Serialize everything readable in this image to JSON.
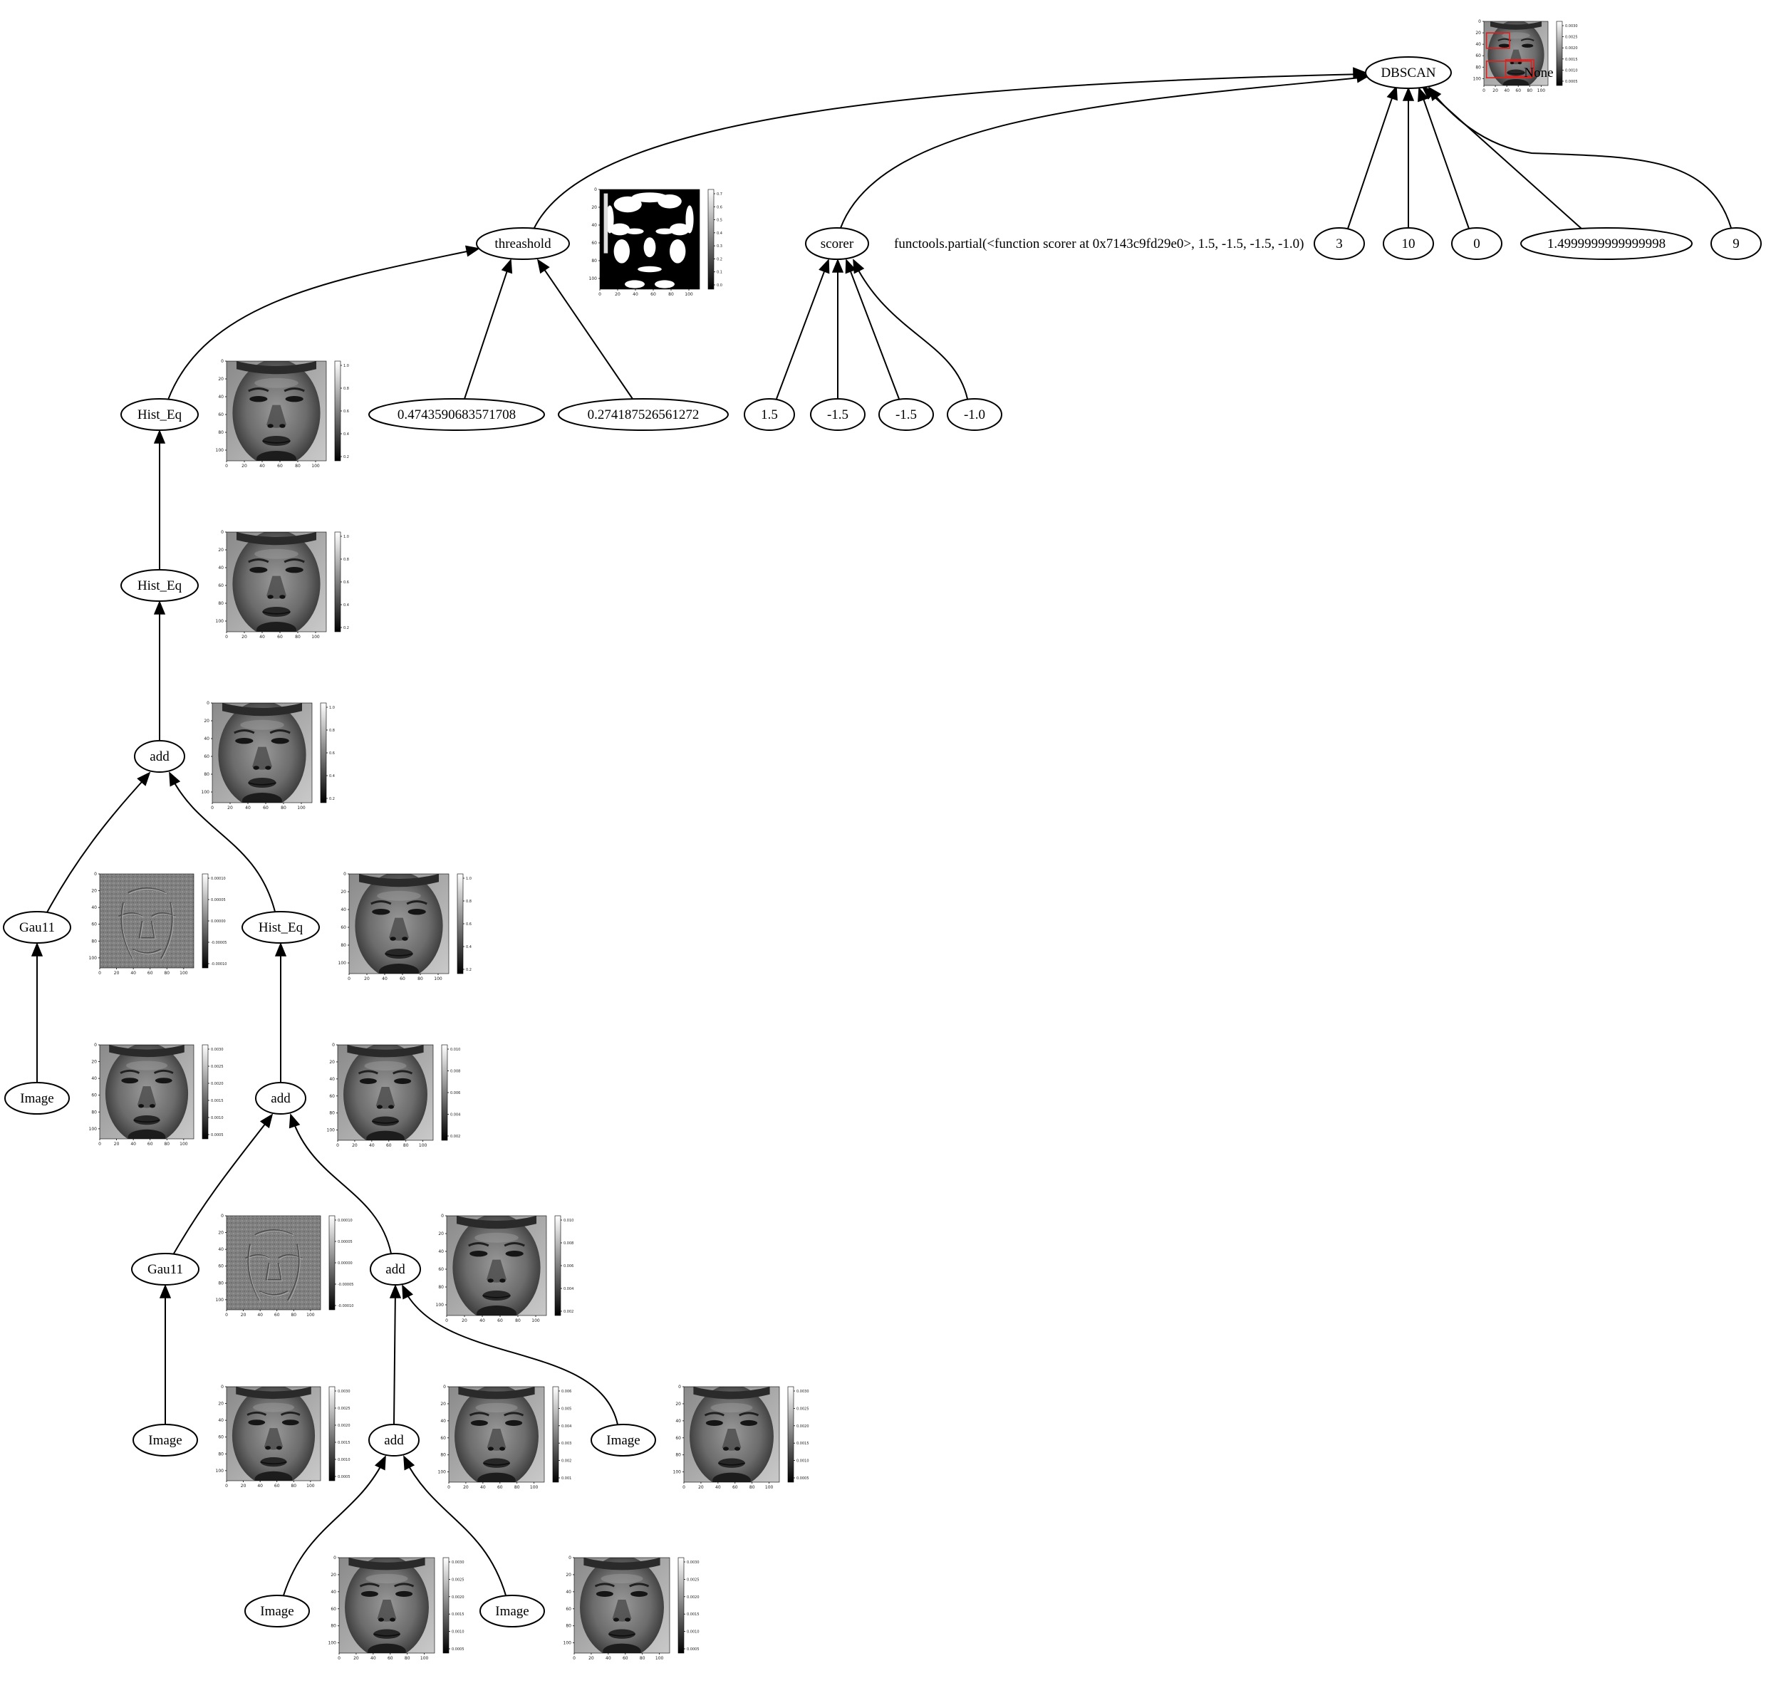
{
  "nodes": {
    "dbscan": "DBSCAN",
    "threashold": "threashold",
    "scorer": "scorer",
    "p3": "3",
    "p10": "10",
    "p0": "0",
    "p_eps": "1.4999999999999998",
    "p9": "9",
    "hist_eq_top": "Hist_Eq",
    "thr_low": "0.4743590683571708",
    "thr_high": "0.274187526561272",
    "s1": "1.5",
    "s2": "-1.5",
    "s3": "-1.5",
    "s4": "-1.0",
    "hist_eq_mid": "Hist_Eq",
    "add_top": "add",
    "gau_left": "Gau11",
    "hist_eq_right": "Hist_Eq",
    "image_left": "Image",
    "add_mid": "add",
    "gau_mid": "Gau11",
    "add_lower": "add",
    "image_mid": "Image",
    "add_bottom": "add",
    "image_right": "Image",
    "image_bl": "Image",
    "image_br": "Image"
  },
  "scorer_description": "functools.partial(<function scorer at 0x7143c9fd29e0>, 1.5, -1.5, -1.5, -1.0)",
  "dbscan_overlay_text": "None",
  "thumbnails": {
    "x_ticks": [
      "0",
      "20",
      "40",
      "60",
      "80",
      "100"
    ],
    "y_ticks": [
      "0",
      "20",
      "40",
      "60",
      "80",
      "100"
    ],
    "cbar_hist_eq": [
      "1.0",
      "0.8",
      "0.6",
      "0.4",
      "0.2"
    ],
    "cbar_image": [
      "0.0030",
      "0.0025",
      "0.0020",
      "0.0015",
      "0.0010",
      "0.0005"
    ],
    "cbar_gau": [
      "0.00010",
      "0.00005",
      "0.00000",
      "-0.00005",
      "-0.00010"
    ],
    "cbar_add_mid": [
      "0.010",
      "0.008",
      "0.006",
      "0.004",
      "0.002"
    ],
    "cbar_add_small": [
      "0.006",
      "0.005",
      "0.004",
      "0.003",
      "0.002",
      "0.001"
    ],
    "cbar_threshold": [
      "0.7",
      "0.6",
      "0.5",
      "0.4",
      "0.3",
      "0.2",
      "0.1",
      "0.0"
    ]
  },
  "colors": {
    "edge": "#000000",
    "node_fill": "#ffffff",
    "detection_box": "#e0201c"
  }
}
